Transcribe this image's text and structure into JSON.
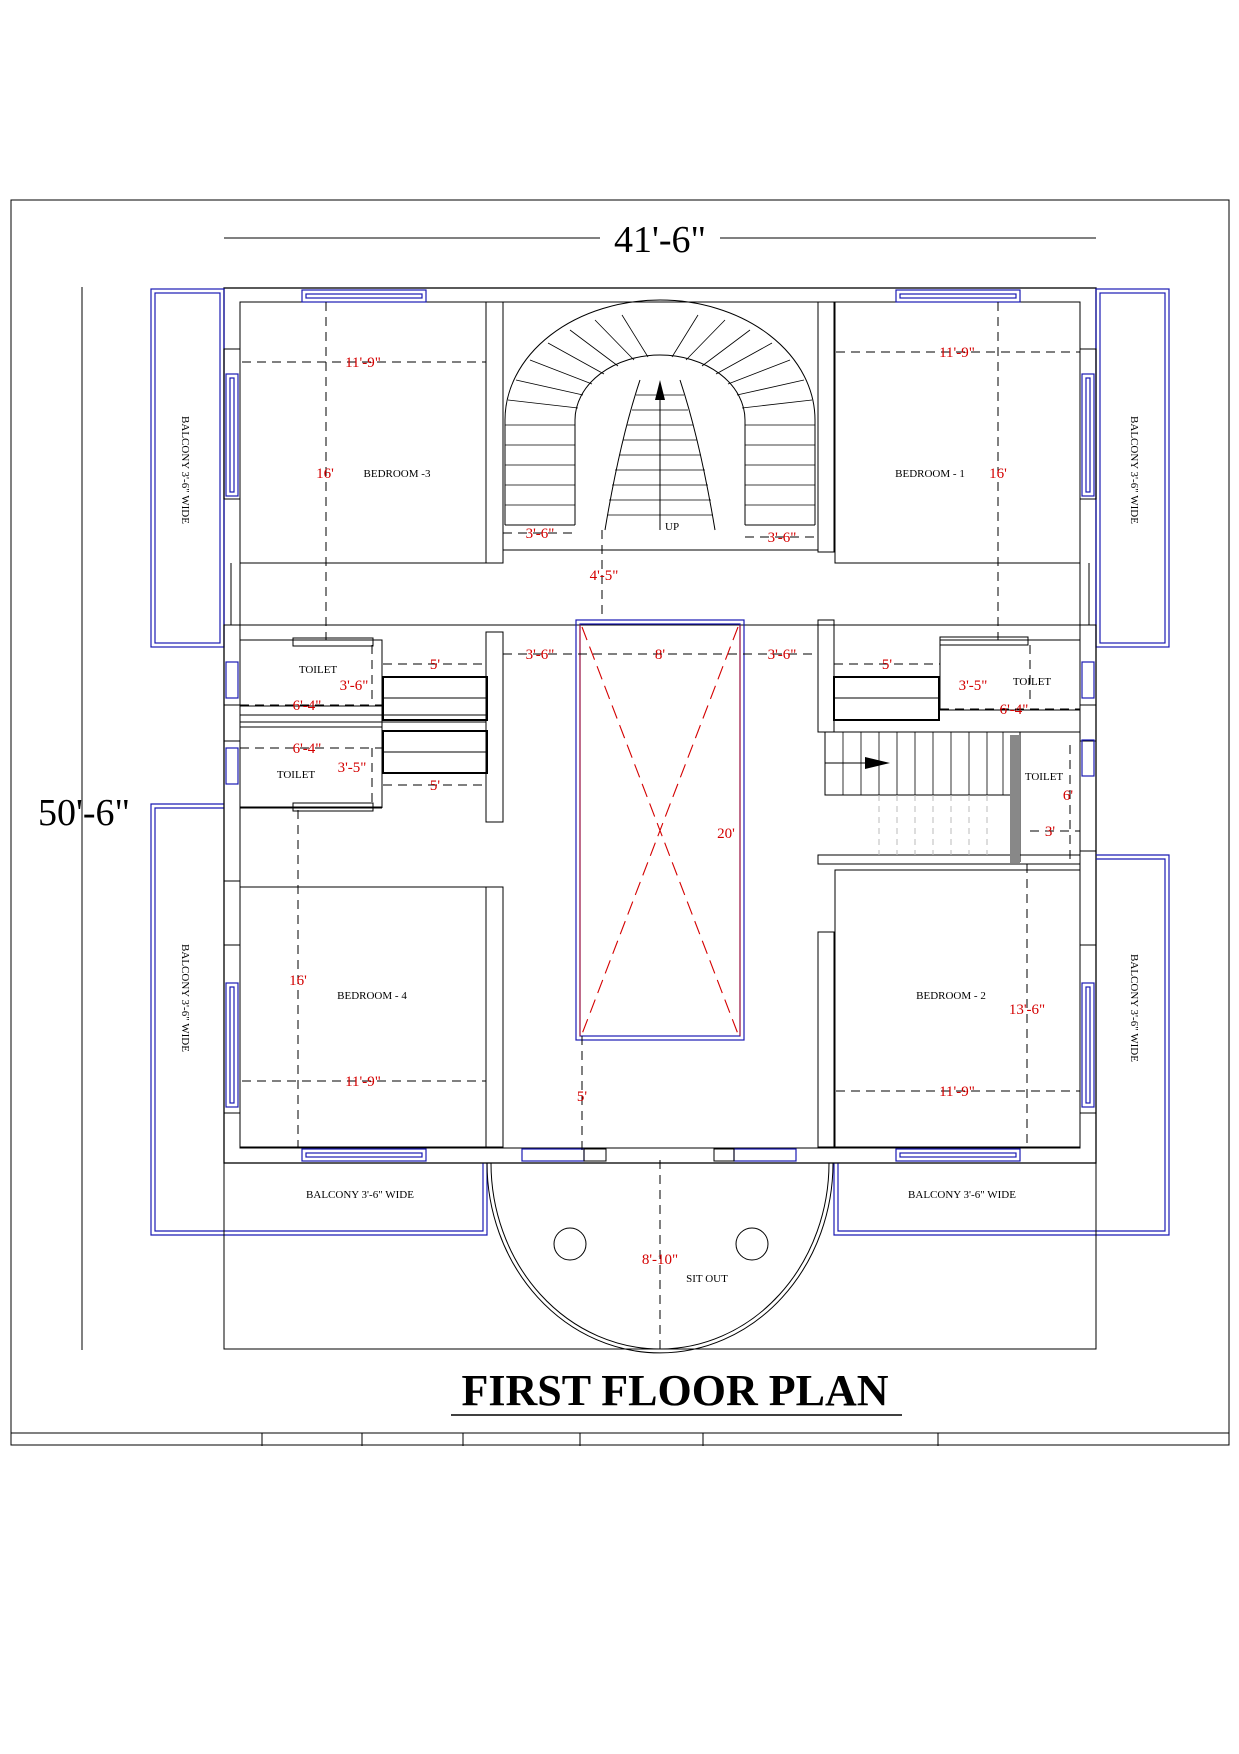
{
  "title": "FIRST FLOOR PLAN",
  "overall": {
    "width": "41'-6\"",
    "depth": "50'-6\""
  },
  "rooms": {
    "bedroom3": "BEDROOM -3",
    "bedroom1": "BEDROOM - 1",
    "bedroom4": "BEDROOM - 4",
    "bedroom2": "BEDROOM - 2",
    "toilet": "TOILET",
    "up": "UP",
    "sit_out": "SIT OUT"
  },
  "balconies": {
    "label": "BALCONY 3'-6\" WIDE"
  },
  "dimensions": {
    "d_11_9": "11'-9\"",
    "d_16": "16'",
    "d_3_6": "3'-6\"",
    "d_4_5": "4'-5\"",
    "d_8": "8'",
    "d_5": "5'",
    "d_6_4": "6'-4\"",
    "d_3_5": "3'-5\"",
    "d_20": "20'",
    "d_6": "6'",
    "d_3": "3'",
    "d_13_6": "13'-6\"",
    "d_8_10": "8'-10\""
  },
  "colors": {
    "walls": "#000000",
    "windows": "#1a1ab4",
    "dimensions": "#d40000"
  }
}
